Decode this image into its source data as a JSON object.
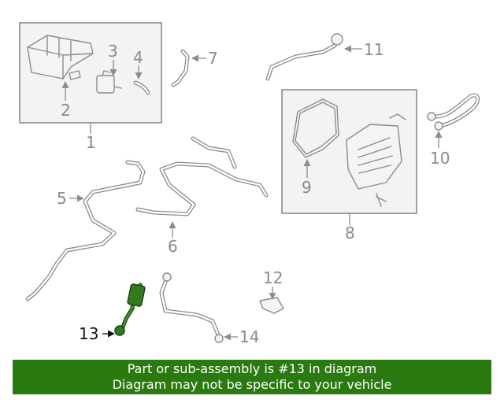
{
  "callouts": {
    "c1": "1",
    "c2": "2",
    "c3": "3",
    "c4": "4",
    "c5": "5",
    "c6": "6",
    "c7": "7",
    "c8": "8",
    "c9": "9",
    "c10": "10",
    "c11": "11",
    "c12": "12",
    "c13": "13",
    "c14": "14"
  },
  "banner": {
    "line1": "Part or sub-assembly is #13 in diagram",
    "line2": "Diagram may not be specific to your vehicle"
  },
  "colors": {
    "banner_bg": "#2b7a0f",
    "highlight_part": "#2f7d1f",
    "line_gray": "#8c8c8c"
  }
}
